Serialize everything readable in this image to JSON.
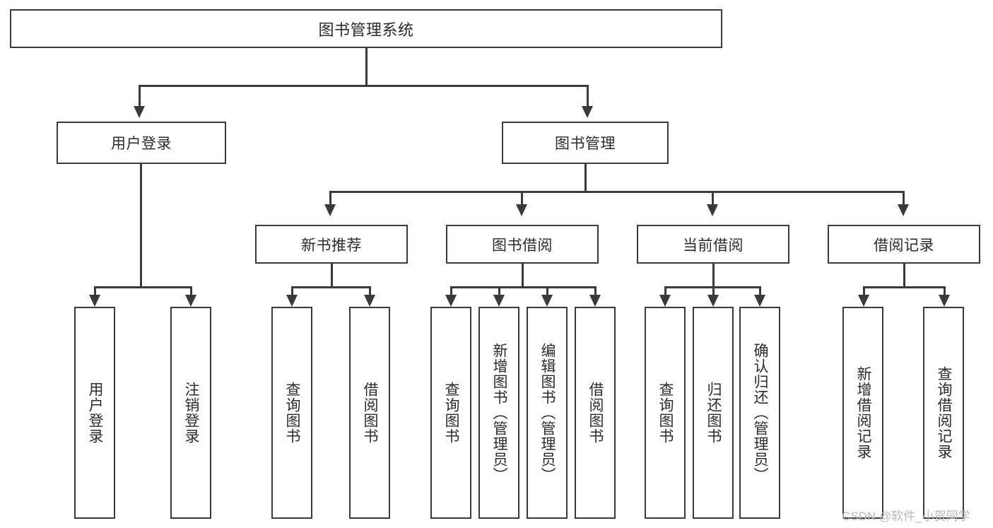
{
  "diagram": {
    "title": "图书管理系统",
    "type": "功能结构图",
    "root": {
      "label": "图书管理系统"
    },
    "level1": [
      {
        "label": "用户登录"
      },
      {
        "label": "图书管理"
      }
    ],
    "level2": [
      {
        "label": "新书推荐"
      },
      {
        "label": "图书借阅"
      },
      {
        "label": "当前借阅"
      },
      {
        "label": "借阅记录"
      }
    ],
    "leaves": {
      "user_login": [
        {
          "label": "用户登录"
        },
        {
          "label": "注销登录"
        }
      ],
      "new_book_recommend": [
        {
          "label": "查询图书"
        },
        {
          "label": "借阅图书"
        }
      ],
      "book_borrow": [
        {
          "label": "查询图书"
        },
        {
          "label": "新增图书（管理员）"
        },
        {
          "label": "编辑图书（管理员）"
        },
        {
          "label": "借阅图书"
        }
      ],
      "current_borrow": [
        {
          "label": "查询图书"
        },
        {
          "label": "归还图书"
        },
        {
          "label": "确认归还（管理员）"
        }
      ],
      "borrow_record": [
        {
          "label": "新增借阅记录"
        },
        {
          "label": "查询借阅记录"
        }
      ]
    }
  },
  "watermark": {
    "text": "CSDN @软件_小贺同学"
  },
  "colors": {
    "stroke": "#3a3a3a",
    "text": "#2b2b2b",
    "background": "#ffffff",
    "watermark": "#b9b9b9"
  }
}
